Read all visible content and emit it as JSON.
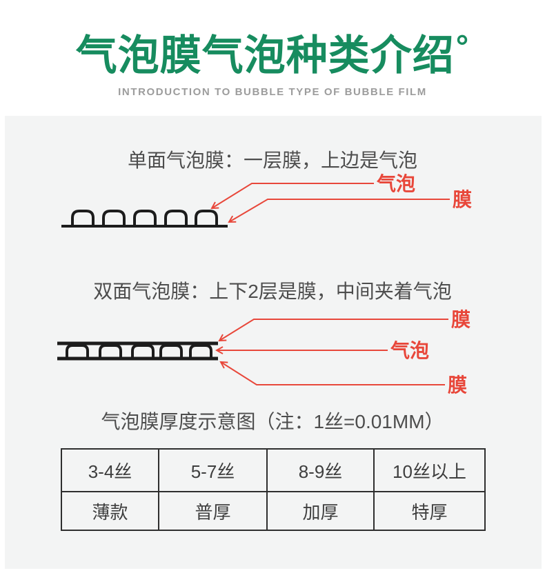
{
  "header": {
    "title": "气泡膜气泡种类介绍",
    "title_superscript": "°",
    "subtitle": "INTRODUCTION TO BUBBLE TYPE OF BUBBLE FILM"
  },
  "single_sided": {
    "heading": "单面气泡膜：一层膜，上边是气泡",
    "label_bubble": "气泡",
    "label_film": "膜"
  },
  "double_sided": {
    "heading": "双面气泡膜：上下2层是膜，中间夹着气泡",
    "label_film_top": "膜",
    "label_bubble": "气泡",
    "label_film_bottom": "膜"
  },
  "thickness": {
    "caption": "气泡膜厚度示意图（注：1丝=0.01MM）",
    "table": {
      "columns": [
        {
          "range": "3-4丝",
          "grade": "薄款"
        },
        {
          "range": "5-7丝",
          "grade": "普厚"
        },
        {
          "range": "8-9丝",
          "grade": "加厚"
        },
        {
          "range": "10丝以上",
          "grade": "特厚"
        }
      ]
    }
  },
  "colors": {
    "accent_green": "#178c5f",
    "annotation_red": "#e8473a",
    "diagram_ink": "#1c1c1c"
  }
}
